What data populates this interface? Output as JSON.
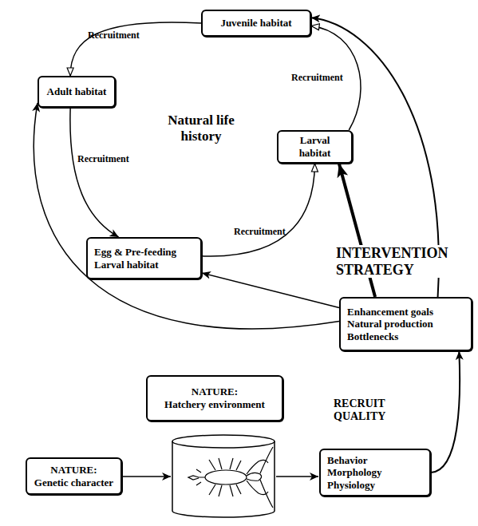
{
  "diagram": {
    "nodes": [
      {
        "text": [
          "Juvenile habitat"
        ]
      },
      {
        "text": [
          "Adult habitat"
        ]
      },
      {
        "text": [
          "Larval habitat"
        ]
      },
      {
        "text": [
          "Egg & Pre-feeding Larval habitat"
        ]
      },
      {
        "text": [
          "Enhancement goals",
          "Natural production",
          "Bottlenecks"
        ]
      },
      {
        "text": [
          "NATURE:",
          "Hatchery environment"
        ]
      },
      {
        "text": [
          "NATURE:",
          "Genetic character"
        ]
      },
      {
        "text": [
          "Behavior",
          "Morphology",
          "Physiology"
        ]
      }
    ],
    "edges": [
      {
        "from": 0,
        "to": 1,
        "label": "Recruitment",
        "arrow": "to"
      },
      {
        "from": 1,
        "to": 3,
        "label": "Recruitment",
        "arrow": "to"
      },
      {
        "from": 3,
        "to": 2,
        "label": "Recruitment",
        "arrow": "to"
      },
      {
        "from": 2,
        "to": 0,
        "label": "Recruitment",
        "arrow": "to"
      },
      {
        "from": 4,
        "to": 2,
        "arrow": "to"
      },
      {
        "from": 4,
        "to": 0,
        "arrow": "to"
      },
      {
        "from": 4,
        "to": 3,
        "arrow": "to"
      },
      {
        "from": 4,
        "to": 1,
        "arrow": "to"
      },
      {
        "from": 7,
        "to": 4,
        "arrow": "to"
      }
    ],
    "labels": [
      "Natural life history",
      "INTERVENTION STRATEGY",
      "RECRUIT QUALITY"
    ]
  }
}
